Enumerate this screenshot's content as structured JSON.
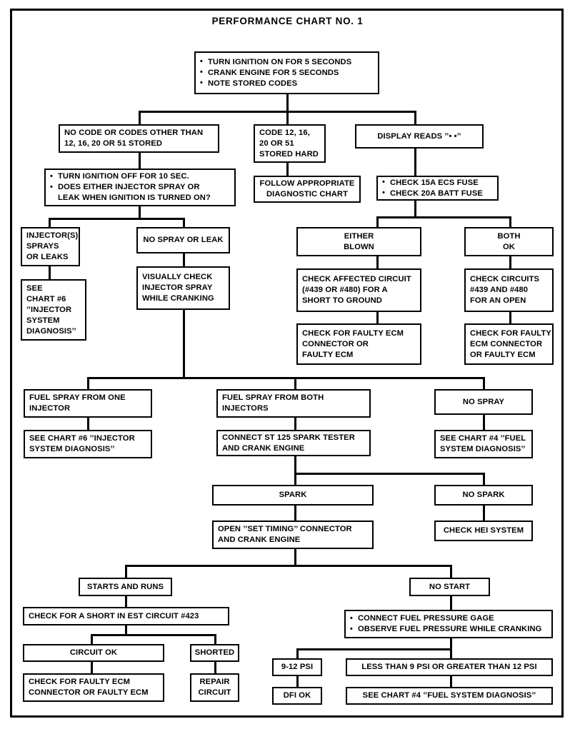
{
  "title": "PERFORMANCE CHART NO. 1",
  "diagram_type": "flowchart",
  "nodes": {
    "start": {
      "lines": [
        "TURN IGNITION ON FOR 5 SECONDS",
        "CRANK ENGINE FOR 5 SECONDS",
        "NOTE STORED CODES"
      ]
    },
    "no_code": {
      "lines": [
        "NO CODE OR CODES OTHER THAN",
        "12, 16, 20 OR 51 STORED"
      ]
    },
    "code_hard": {
      "lines": [
        "CODE 12, 16,",
        "20 OR 51",
        "STORED HARD"
      ]
    },
    "display_reads": {
      "lines": [
        "DISPLAY READS ’’•   •’’"
      ]
    },
    "turn_off": {
      "lines": [
        "TURN IGNITION OFF FOR 10 SEC.",
        "DOES EITHER INJECTOR SPRAY OR",
        "LEAK WHEN IGNITION IS TURNED ON?"
      ]
    },
    "follow_chart": {
      "lines": [
        "FOLLOW APPROPRIATE",
        "DIAGNOSTIC CHART"
      ]
    },
    "check_fuses": {
      "lines": [
        "CHECK 15A ECS FUSE",
        "CHECK 20A BATT FUSE"
      ]
    },
    "injectors_spray": {
      "lines": [
        "INJECTOR(S)",
        "SPRAYS",
        "OR LEAKS"
      ]
    },
    "no_spray_or_leak": {
      "lines": [
        "NO SPRAY OR LEAK"
      ]
    },
    "either_blown": {
      "lines": [
        "EITHER",
        "BLOWN"
      ]
    },
    "both_ok": {
      "lines": [
        "BOTH",
        "OK"
      ]
    },
    "see_chart6_a": {
      "lines": [
        "SEE",
        "CHART #6",
        "’’INJECTOR",
        "SYSTEM",
        "DIAGNOSIS’’"
      ]
    },
    "visually_check": {
      "lines": [
        "VISUALLY CHECK",
        "INJECTOR SPRAY",
        "WHILE CRANKING"
      ]
    },
    "check_affected": {
      "lines": [
        "CHECK AFFECTED CIRCUIT",
        "(#439 OR #480) FOR A",
        "SHORT TO GROUND"
      ]
    },
    "check_circuits": {
      "lines": [
        "CHECK CIRCUITS",
        "#439 AND #480",
        "FOR AN OPEN"
      ]
    },
    "faulty_ecm_1": {
      "lines": [
        "CHECK FOR FAULTY ECM",
        "CONNECTOR OR",
        "FAULTY ECM"
      ]
    },
    "faulty_ecm_2": {
      "lines": [
        "CHECK FOR FAULTY",
        "ECM CONNECTOR",
        "OR FAULTY ECM"
      ]
    },
    "spray_one": {
      "lines": [
        "FUEL SPRAY FROM ONE",
        "INJECTOR"
      ]
    },
    "spray_both": {
      "lines": [
        "FUEL SPRAY FROM BOTH",
        "INJECTORS"
      ]
    },
    "no_spray": {
      "lines": [
        "NO SPRAY"
      ]
    },
    "see_chart6_b": {
      "lines": [
        "SEE CHART #6 ’’INJECTOR",
        "SYSTEM DIAGNOSIS’’"
      ]
    },
    "connect_st125": {
      "lines": [
        "CONNECT ST 125 SPARK TESTER",
        "AND CRANK ENGINE"
      ]
    },
    "see_chart4_a": {
      "lines": [
        "SEE CHART #4 ’’FUEL",
        "SYSTEM DIAGNOSIS’’"
      ]
    },
    "spark": {
      "lines": [
        "SPARK"
      ]
    },
    "no_spark": {
      "lines": [
        "NO SPARK"
      ]
    },
    "open_set_timing": {
      "lines": [
        "OPEN ’’SET TIMING’’ CONNECTOR",
        "AND CRANK ENGINE"
      ]
    },
    "check_hei": {
      "lines": [
        "CHECK HEI SYSTEM"
      ]
    },
    "starts_and_runs": {
      "lines": [
        "STARTS AND RUNS"
      ]
    },
    "no_start": {
      "lines": [
        "NO START"
      ]
    },
    "check_est": {
      "lines": [
        "CHECK FOR A SHORT IN EST CIRCUIT #423"
      ]
    },
    "fuel_pressure": {
      "lines": [
        "CONNECT FUEL PRESSURE GAGE",
        "OBSERVE FUEL PRESSURE WHILE CRANKING"
      ]
    },
    "circuit_ok": {
      "lines": [
        "CIRCUIT OK"
      ]
    },
    "shorted": {
      "lines": [
        "SHORTED"
      ]
    },
    "psi_ok": {
      "lines": [
        "9-12 PSI"
      ]
    },
    "psi_bad": {
      "lines": [
        "LESS THAN 9 PSI OR GREATER THAN 12 PSI"
      ]
    },
    "faulty_ecm_3": {
      "lines": [
        "CHECK FOR FAULTY ECM",
        "CONNECTOR OR FAULTY ECM"
      ]
    },
    "repair_circuit": {
      "lines": [
        "REPAIR",
        "CIRCUIT"
      ]
    },
    "dfi_ok": {
      "lines": [
        "DFI OK"
      ]
    },
    "see_chart4_b": {
      "lines": [
        "SEE CHART #4 ’’FUEL SYSTEM DIAGNOSIS’’"
      ]
    }
  }
}
